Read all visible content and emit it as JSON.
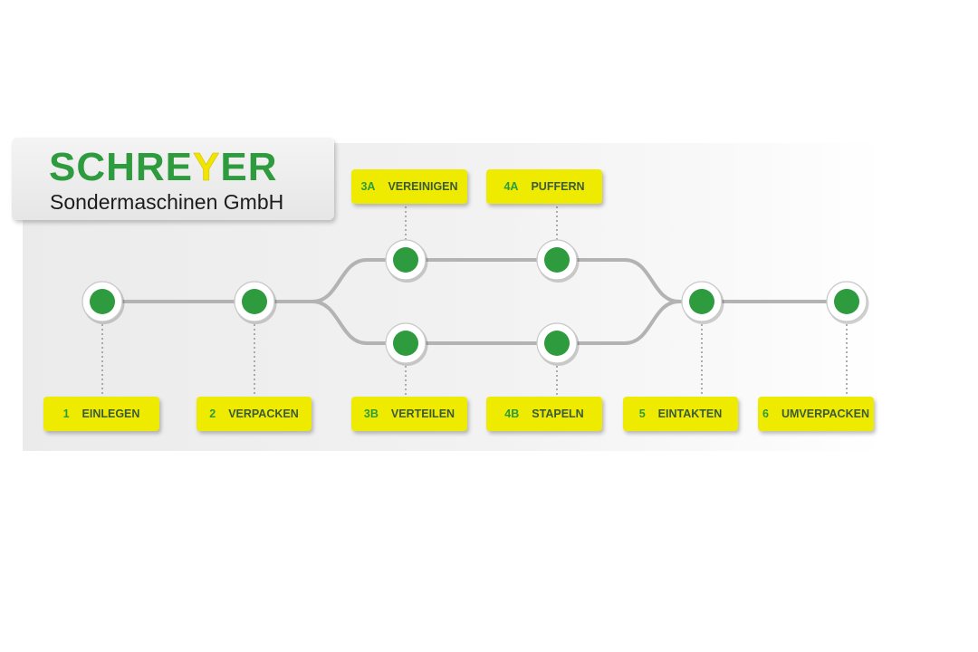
{
  "logo": {
    "word_start": "SCHRE",
    "word_accent": "Y",
    "word_end": "ER",
    "subtitle": "Sondermaschinen GmbH"
  },
  "steps": [
    {
      "id": "1",
      "name": "EINLEGEN"
    },
    {
      "id": "2",
      "name": "VERPACKEN"
    },
    {
      "id": "3A",
      "name": "VEREINIGEN"
    },
    {
      "id": "3B",
      "name": "VERTEILEN"
    },
    {
      "id": "4A",
      "name": "PUFFERN"
    },
    {
      "id": "4B",
      "name": "STAPELN"
    },
    {
      "id": "5",
      "name": "EINTAKTEN"
    },
    {
      "id": "6",
      "name": "UMVERPACKEN"
    }
  ],
  "colors": {
    "node": "#2e9c3e",
    "label_bg": "#eeeb00",
    "line": "#b3b3b3"
  }
}
